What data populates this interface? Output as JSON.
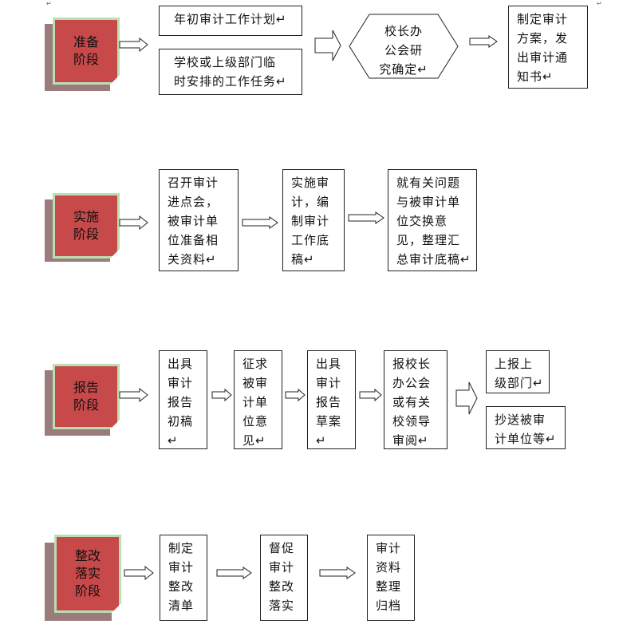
{
  "stages": {
    "s1": {
      "label": "准备\n阶段"
    },
    "s2": {
      "label": "实施\n阶段"
    },
    "s3": {
      "label": "报告\n阶段"
    },
    "s4": {
      "label": "整改\n落实\n阶段"
    }
  },
  "row1": {
    "box_plan": "年初审计工作计划↵",
    "box_temp": "学校或上级部门临\n时安排的工作任务↵",
    "hex_decide": "校长办\n公会研\n究确定↵",
    "box_notice": "制定审计\n方案，发\n出审计通\n知书↵"
  },
  "row2": {
    "box_meeting": "召开审计\n进点会，\n被审计单\n位准备相\n关资料↵",
    "box_workpaper": "实施审\n计，编\n制审计\n工作底\n稿↵",
    "box_exchange": "就有关问题\n与被审计单\n位交换意\n见，整理汇\n总审计底稿↵"
  },
  "row3": {
    "box_draft": "出具\n审计\n报告\n初稿↵",
    "box_opinion": "征求\n被审\n计单\n位意\n见↵",
    "box_report": "出具\n审计\n报告\n草案↵",
    "box_review": "报校长\n办公会\n或有关\n校领导\n审阅↵",
    "box_submit": "上报上\n级部门↵",
    "box_copy": "抄送被审\n计单位等↵"
  },
  "row4": {
    "box_list": "制定\n审计\n整改\n清单↵",
    "box_supervise": "督促\n审计\n整改\n落实↵",
    "box_archive": "审计\n资料\n整理\n归档↵"
  },
  "marks": {
    "left": "↵",
    "right": "↵"
  }
}
